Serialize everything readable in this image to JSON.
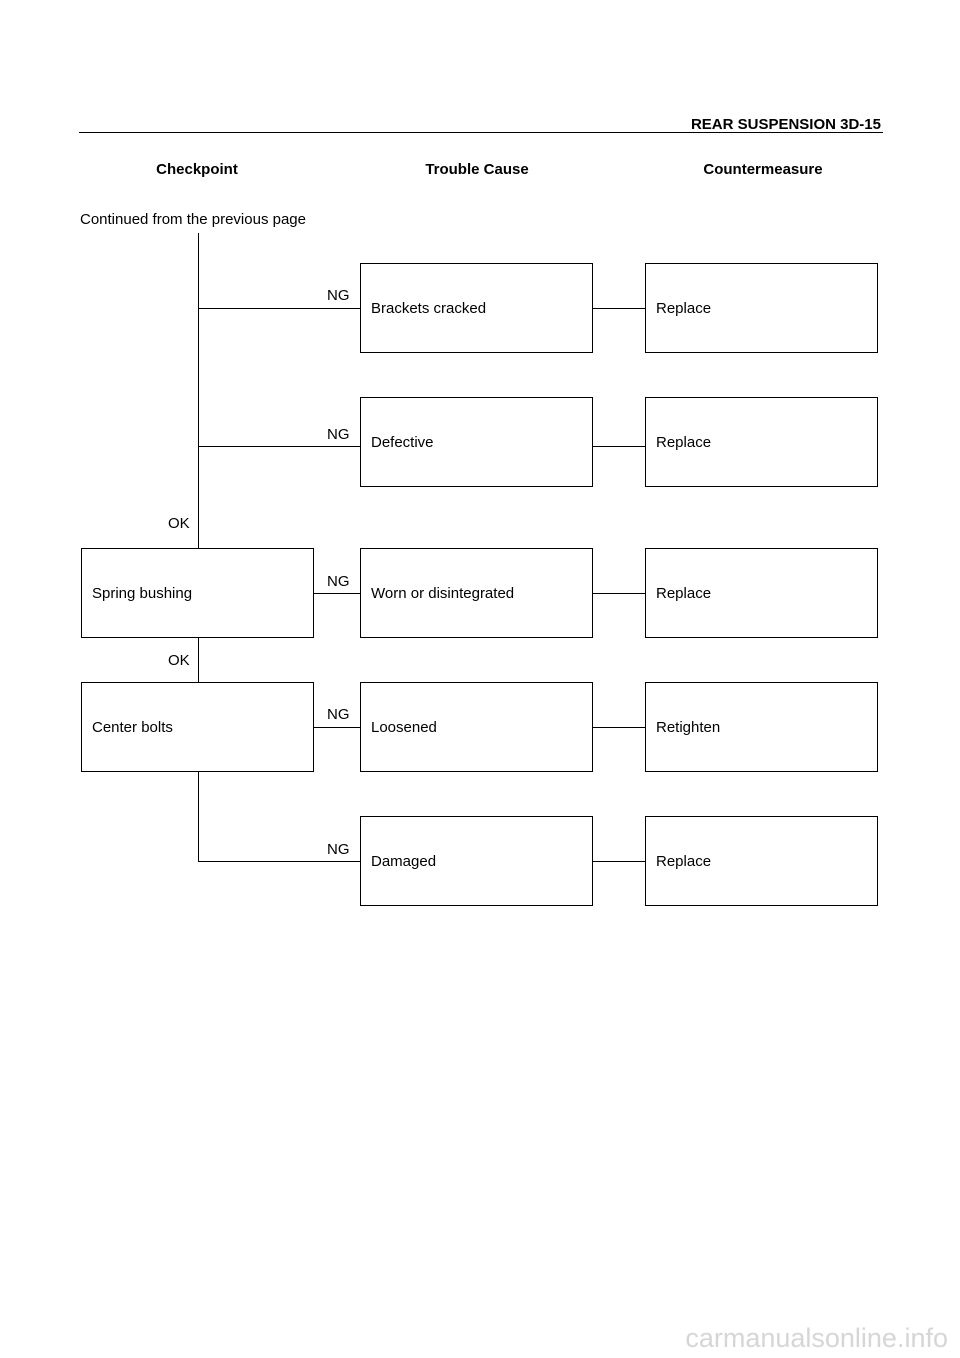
{
  "header": {
    "title": "REAR SUSPENSION  3D-15"
  },
  "columns": {
    "checkpoint": "Checkpoint",
    "trouble_cause": "Trouble Cause",
    "countermeasure": "Countermeasure"
  },
  "continued_text": "Continued from the previous page",
  "checkpoints": [
    "Spring bushing",
    "Center bolts"
  ],
  "rows": [
    {
      "ng": "NG",
      "cause": "Brackets cracked",
      "measure": "Replace"
    },
    {
      "ng": "NG",
      "cause": "Defective",
      "measure": "Replace"
    },
    {
      "ng": "NG",
      "cause": "Worn or disintegrated",
      "measure": "Replace"
    },
    {
      "ng": "NG",
      "cause": "Loosened",
      "measure": "Retighten"
    },
    {
      "ng": "NG",
      "cause": "Damaged",
      "measure": "Replace"
    }
  ],
  "ok_labels": [
    "OK",
    "OK"
  ],
  "watermark": "carmanualsonline.info"
}
